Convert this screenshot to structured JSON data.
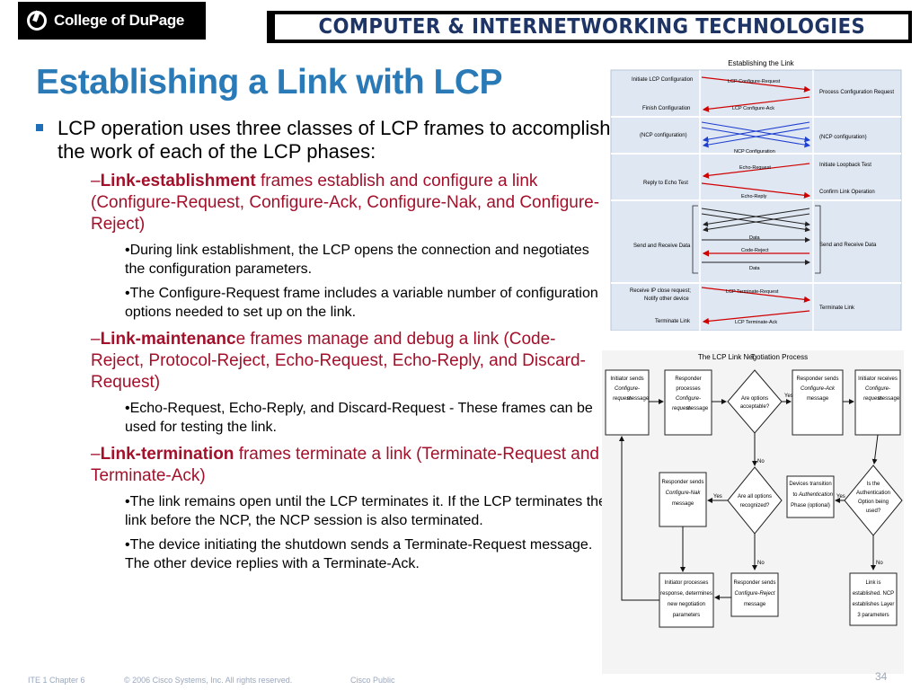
{
  "header": {
    "logo_text": "College of DuPage",
    "banner_text": "COMPUTER & INTERNETWORKING TECHNOLOGIES"
  },
  "slide": {
    "title": "Establishing a Link with LCP",
    "bullet": "LCP operation uses three classes of LCP frames to accomplish the work of each of the LCP phases:",
    "establish": {
      "dash": "–",
      "bold": "Link-establishment",
      "rest": " frames establish and configure a link (Configure-Request, Configure-Ack, Configure-Nak, and Configure-Reject)",
      "sub1": "•During link establishment, the LCP opens the connection and negotiates the configuration parameters.",
      "sub2": "•The Configure-Request frame includes a variable number of configuration options needed to set up on the link."
    },
    "maintain": {
      "dash": "–",
      "bold": "Link-maintenanc",
      "rest": "e frames manage and debug a link (Code-Reject, Protocol-Reject, Echo-Request, Echo-Reply, and Discard-Request)",
      "sub1": "•Echo-Request, Echo-Reply, and Discard-Request - These frames can be used for testing the link."
    },
    "terminate": {
      "dash": "–",
      "bold": "Link-termination",
      "rest": " frames terminate a link (Terminate-Request and Terminate-Ack)",
      "sub1": "•The link remains open until the LCP terminates it. If the LCP terminates the link before the NCP, the NCP session is also terminated.",
      "sub2": "•The device initiating the shutdown sends a Terminate-Request message. The other device replies with a Terminate-Ack."
    }
  },
  "figure1": {
    "title": "Establishing the Link",
    "left_labels": [
      "Initiate LCP Configuration",
      "Finish Configuration",
      "(NCP configuration)",
      "Reply to Echo Test",
      "Send and Receive Data",
      "Receive IP close request;",
      "Notify other device",
      "Terminate Link"
    ],
    "right_labels": [
      "Process Configuration Request",
      "(NCP configuration)",
      "Initiate Loopback Test",
      "Confirm Link Operation",
      "Send and Receive Data",
      "Terminate Link"
    ],
    "arrows": [
      "LCP Configure-Request",
      "LCP Configure-Ack",
      "NCP Configuration",
      "Echo-Request",
      "Echo-Reply",
      "Data",
      "Code-Reject",
      "Data",
      "LCP Terminate-Request",
      "LCP Terminate-Ack"
    ]
  },
  "figure2": {
    "title": "The LCP Link Negotiation Process",
    "initiator_sends": [
      "Initiator sends",
      "Configure-",
      "request",
      "message"
    ],
    "responder_processes": [
      "Responder",
      "processes",
      "Configure-",
      "request",
      "message"
    ],
    "options_acceptable": [
      "Are options",
      "acceptable?"
    ],
    "responder_ack": [
      "Responder sends",
      "Configure-Ack",
      "message"
    ],
    "initiator_receives": [
      "Initiator receives",
      "Configure-",
      "request",
      "message"
    ],
    "responder_nak": [
      "Responder sends",
      "Configure-Nak",
      "message"
    ],
    "all_recognized": [
      "Are all options",
      "recognized?"
    ],
    "devices_transition": [
      "Devices transition",
      "to",
      "Authentication",
      "Phase (optional)"
    ],
    "auth_required": [
      "Is the",
      "Authentication",
      "Option being",
      "used?"
    ],
    "initiator_processes": [
      "Initiator processes",
      "response, determines",
      "new negotiation",
      "parameters"
    ],
    "responder_reject": [
      "Responder sends",
      "Configure-Reject",
      "message"
    ],
    "link_established": [
      "Link is",
      "established. NCP",
      "establishes Layer",
      "3 parameters"
    ],
    "yes": "Yes",
    "no": "No"
  },
  "footer": {
    "chapter": "ITE 1 Chapter 6",
    "copyright": "© 2006 Cisco Systems, Inc. All rights reserved.",
    "classification": "Cisco Public",
    "page": "34"
  },
  "colors": {
    "title_blue": "#2a7ab7",
    "banner_navy": "#1d3465",
    "sub_red": "#a3102a",
    "bullet_blue": "#1f6fb8",
    "footer_gray": "#9aa7bd"
  }
}
